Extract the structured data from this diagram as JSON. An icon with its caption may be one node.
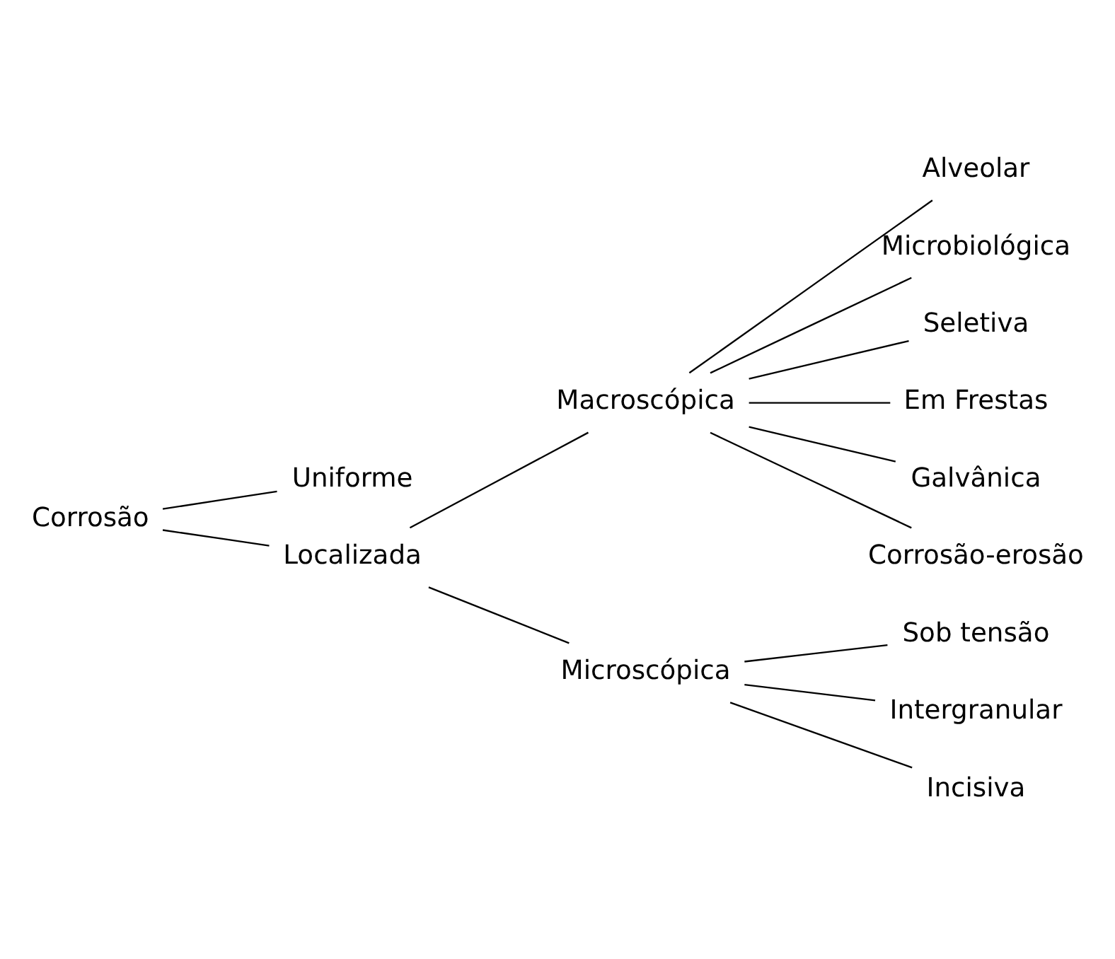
{
  "diagram": {
    "nodes": [
      {
        "text": [
          "Corrosão"
        ]
      },
      {
        "text": [
          "Uniforme"
        ]
      },
      {
        "text": [
          "Localizada"
        ]
      },
      {
        "text": [
          "Macroscópica"
        ]
      },
      {
        "text": [
          "Microscópica"
        ]
      },
      {
        "text": [
          "Alveolar"
        ]
      },
      {
        "text": [
          "Microbiológica"
        ]
      },
      {
        "text": [
          "Seletiva"
        ]
      },
      {
        "text": [
          "Em Frestas"
        ]
      },
      {
        "text": [
          "Galvânica"
        ]
      },
      {
        "text": [
          "Corrosão-erosão"
        ]
      },
      {
        "text": [
          "Sob tensão"
        ]
      },
      {
        "text": [
          "Intergranular"
        ]
      },
      {
        "text": [
          "Incisiva"
        ]
      }
    ],
    "edges": [
      {
        "from": 0,
        "to": 1,
        "arrow": "none"
      },
      {
        "from": 0,
        "to": 2,
        "arrow": "none"
      },
      {
        "from": 2,
        "to": 3,
        "arrow": "none"
      },
      {
        "from": 2,
        "to": 4,
        "arrow": "none"
      },
      {
        "from": 3,
        "to": 5,
        "arrow": "none"
      },
      {
        "from": 3,
        "to": 6,
        "arrow": "none"
      },
      {
        "from": 3,
        "to": 7,
        "arrow": "none"
      },
      {
        "from": 3,
        "to": 8,
        "arrow": "none"
      },
      {
        "from": 3,
        "to": 9,
        "arrow": "none"
      },
      {
        "from": 3,
        "to": 10,
        "arrow": "none"
      },
      {
        "from": 4,
        "to": 11,
        "arrow": "none"
      },
      {
        "from": 4,
        "to": 12,
        "arrow": "none"
      },
      {
        "from": 4,
        "to": 13,
        "arrow": "none"
      }
    ]
  }
}
